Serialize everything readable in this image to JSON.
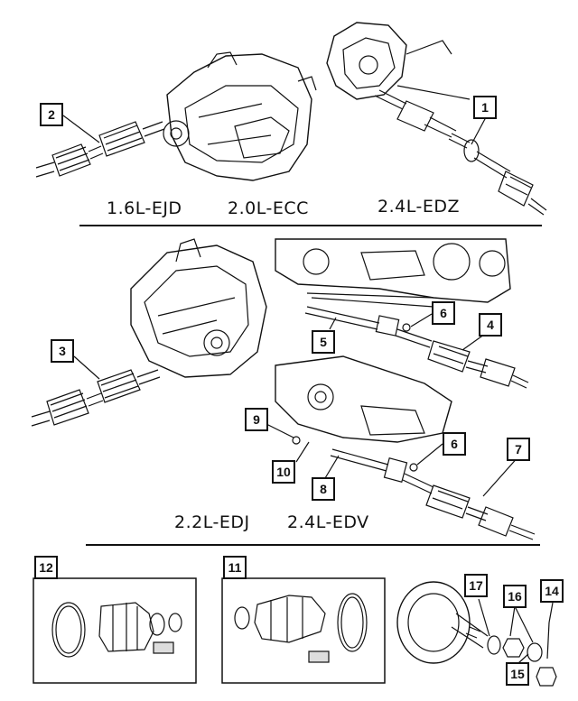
{
  "engine_groups": {
    "top": [
      "1.6L-EJD",
      "2.0L-ECC",
      "2.4L-EDZ"
    ],
    "middle": [
      "2.2L-EDJ",
      "2.4L-EDV"
    ]
  },
  "callouts": [
    "1",
    "2",
    "3",
    "4",
    "5",
    "6",
    "6",
    "7",
    "8",
    "9",
    "10",
    "11",
    "12",
    "14",
    "15",
    "16",
    "17"
  ],
  "colors": {
    "line": "#111111",
    "background": "#ffffff"
  }
}
